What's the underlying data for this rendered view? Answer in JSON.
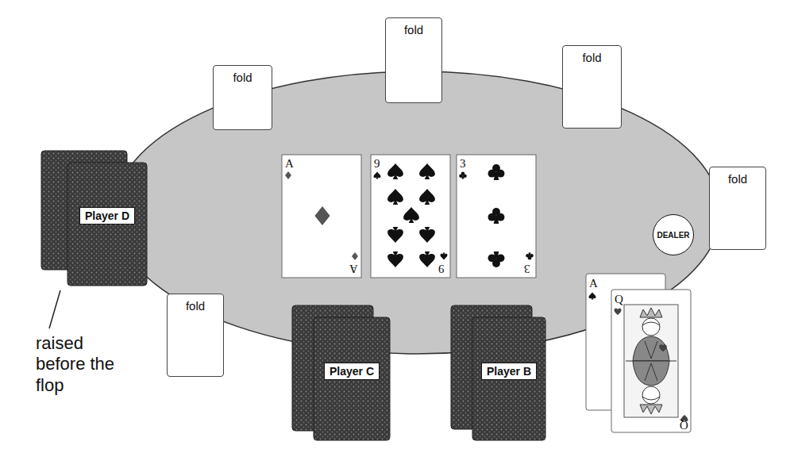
{
  "diagram": {
    "nodes": [
      {
        "text": [
          "fold"
        ]
      },
      {
        "text": [
          "fold"
        ]
      },
      {
        "text": [
          "fold"
        ]
      },
      {
        "text": [
          "Player D"
        ]
      },
      {
        "text": [
          "fold"
        ]
      },
      {
        "text": [
          "DEALER"
        ]
      },
      {
        "text": [
          "fold"
        ]
      },
      {
        "text": [
          "Player C"
        ]
      },
      {
        "text": [
          "Player B"
        ]
      }
    ],
    "labels": [
      "A",
      "A",
      "9",
      "9",
      "3",
      "3",
      "A",
      "Q",
      "Q",
      "raised before the flop"
    ]
  }
}
